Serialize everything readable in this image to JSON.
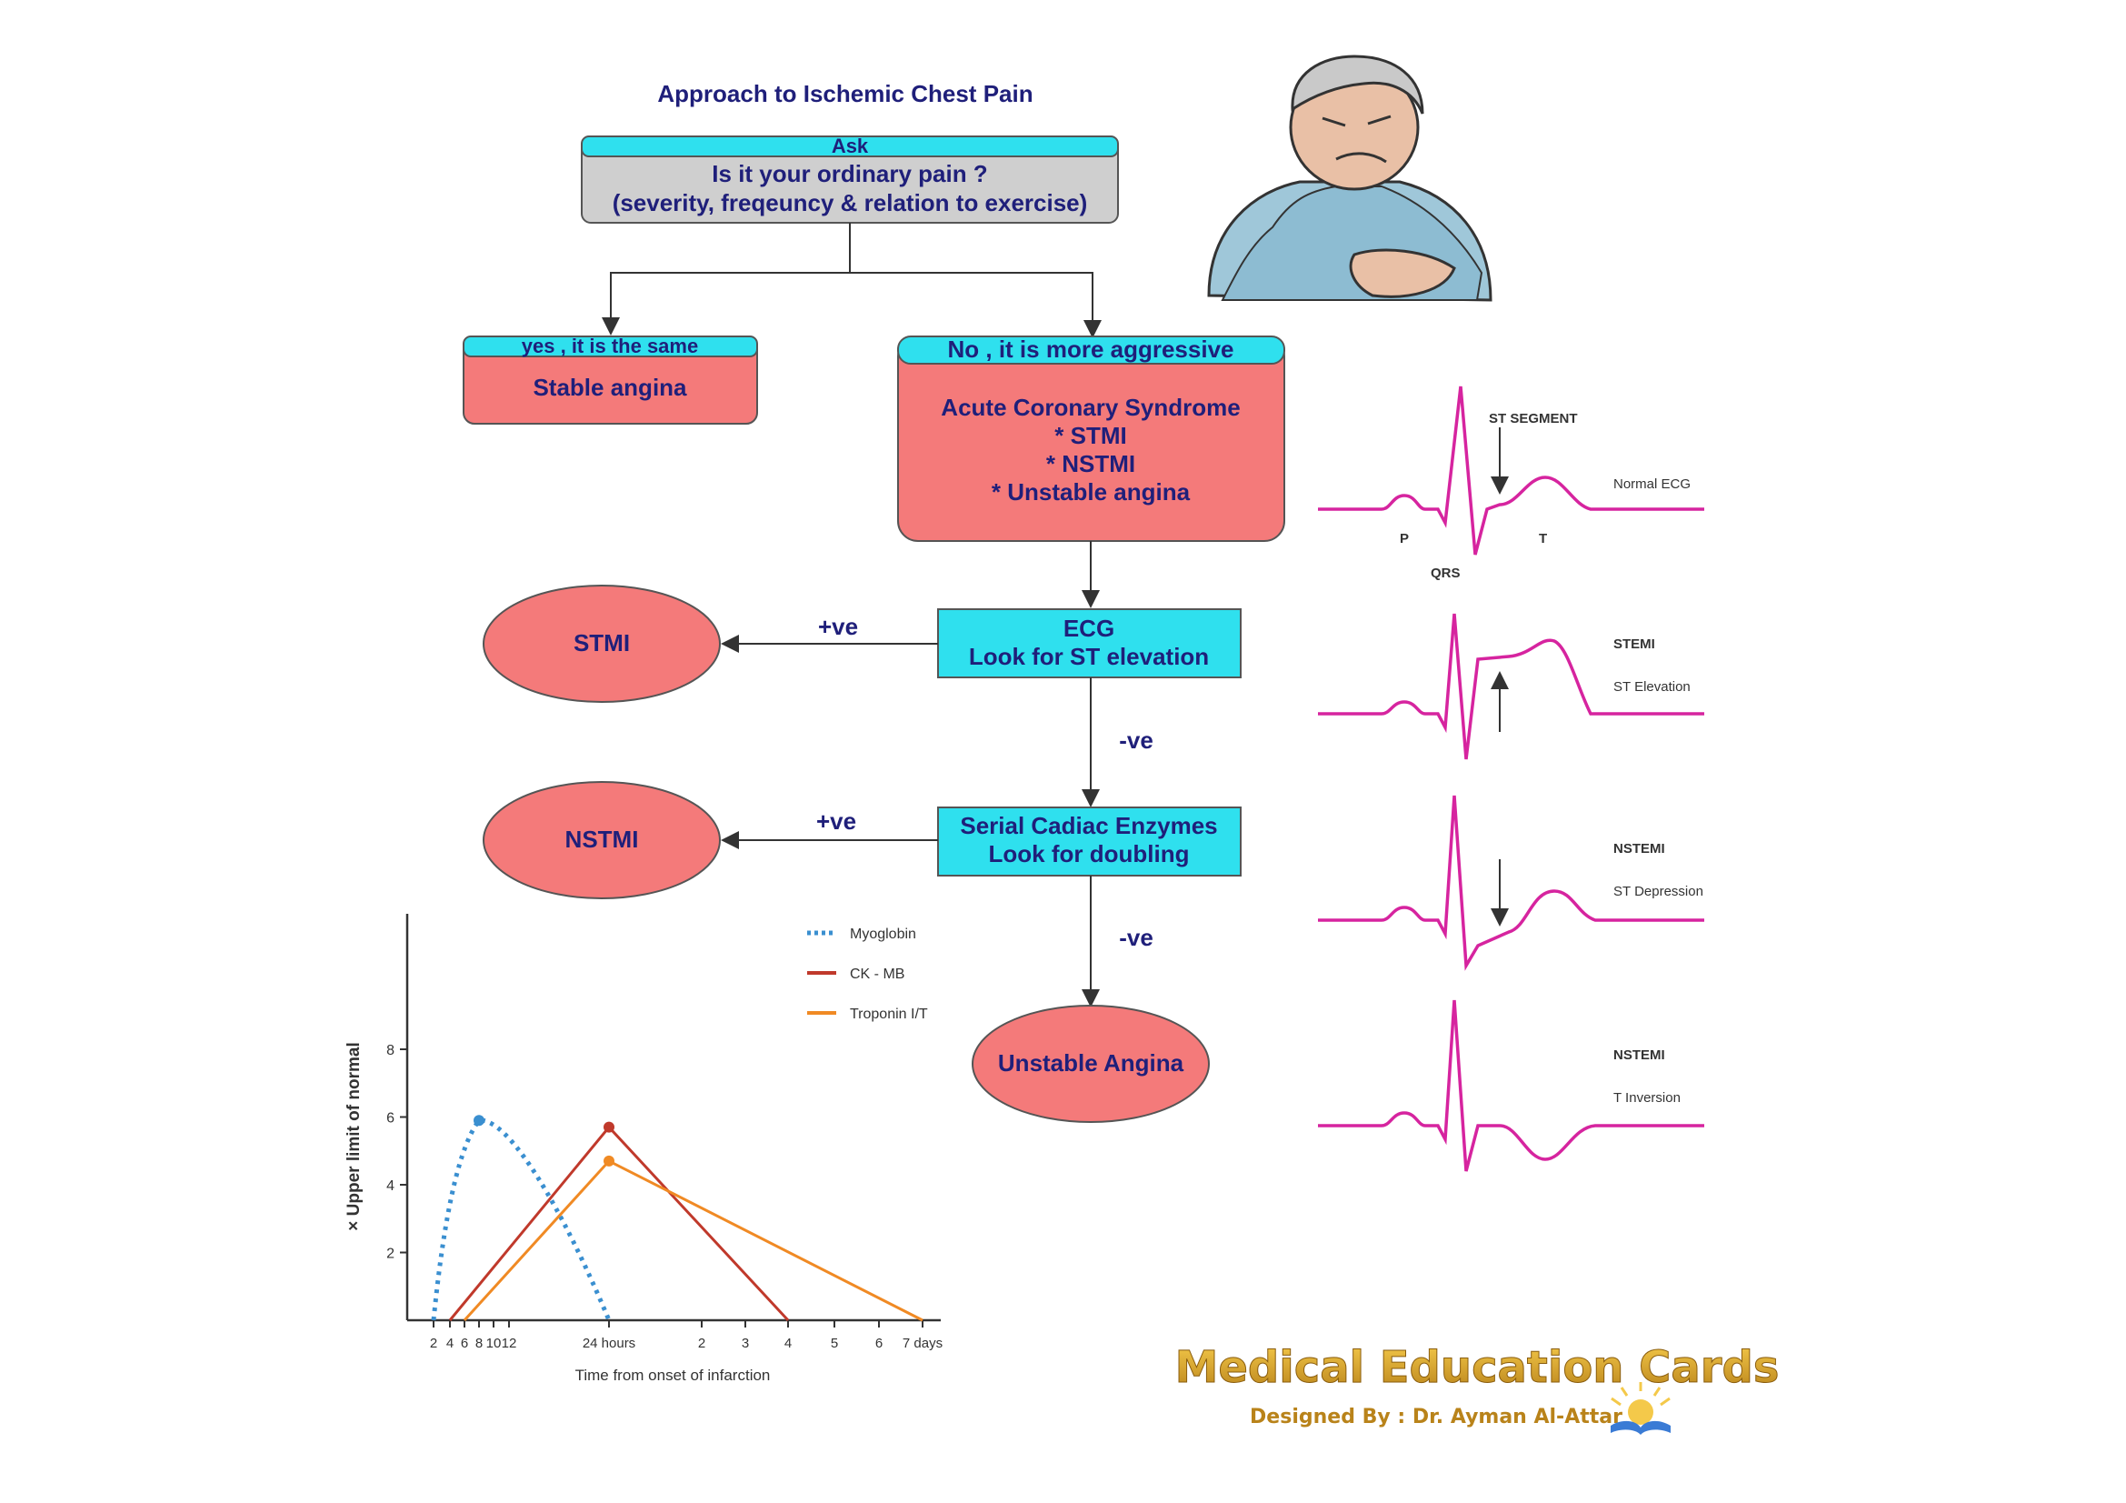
{
  "flowchart": {
    "title": "Approach to Ischemic Chest Pain",
    "ask": {
      "header": "Ask",
      "line1": "Is it your ordinary pain ?",
      "line2": "(severity, freqeuncy & relation to exercise)"
    },
    "yes_box": {
      "header": "yes , it is the same",
      "body": "Stable angina"
    },
    "no_box": {
      "header": "No , it is more aggressive",
      "lines": [
        "Acute Coronary Syndrome",
        "* STMI",
        "* NSTMI",
        "* Unstable angina"
      ]
    },
    "ecg_box": {
      "line1": "ECG",
      "line2": "Look for ST elevation"
    },
    "enzyme_box": {
      "line1": "Serial Cadiac Enzymes",
      "line2": "Look for doubling"
    },
    "stmi": "STMI",
    "nstmi": "NSTMI",
    "unstable": "Unstable Angina",
    "pos1": "+ve",
    "neg1": "-ve",
    "pos2": "+ve",
    "neg2": "-ve"
  },
  "ecg_panels": {
    "normal": {
      "label": "Normal ECG",
      "st_segment": "ST SEGMENT",
      "p": "P",
      "qrs": "QRS",
      "t": "T"
    },
    "stemi": {
      "title": "STEMI",
      "sub": "ST Elevation"
    },
    "nstemi_dep": {
      "title": "NSTEMI",
      "sub": "ST Depression"
    },
    "nstemi_inv": {
      "title": "NSTEMI",
      "sub": "T Inversion"
    },
    "line_color": "#d6249f"
  },
  "chart_data": {
    "type": "line",
    "title": "",
    "xlabel": "Time from onset of infarction",
    "ylabel": "× Upper limit of normal",
    "x_tick_labels": [
      "2",
      "4",
      "6",
      "8",
      "10",
      "12",
      "24 hours",
      "2",
      "3",
      "4",
      "5",
      "6",
      "7 days"
    ],
    "y_ticks": [
      2,
      4,
      6,
      8
    ],
    "ylim": [
      0,
      12
    ],
    "legend_position": "top-right",
    "series": [
      {
        "name": "Myoglobin",
        "color": "#3a8fd0",
        "style": "dotted",
        "points": [
          [
            "2 h",
            0
          ],
          [
            "8 h",
            5.9
          ],
          [
            "12 h",
            5.6
          ],
          [
            "24 h",
            0
          ]
        ]
      },
      {
        "name": "CK - MB",
        "color": "#c0392b",
        "style": "solid",
        "points": [
          [
            "4 h",
            0
          ],
          [
            "24 h",
            5.7
          ],
          [
            "4 days",
            0
          ]
        ]
      },
      {
        "name": "Troponin I/T",
        "color": "#f08a24",
        "style": "solid",
        "points": [
          [
            "6 h",
            0
          ],
          [
            "24 h",
            4.7
          ],
          [
            "7 days",
            0
          ]
        ]
      }
    ]
  },
  "branding": {
    "title": "Medical Education Cards",
    "designer": "Designed By : Dr. Ayman Al-Attar"
  }
}
